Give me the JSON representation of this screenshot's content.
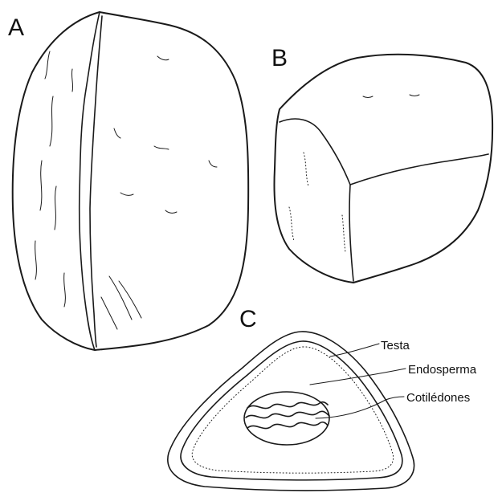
{
  "panels": {
    "a": {
      "letter": "A"
    },
    "b": {
      "letter": "B"
    },
    "c": {
      "letter": "C"
    }
  },
  "labels": {
    "testa": "Testa",
    "endosperma": "Endosperma",
    "cotiledones": "Cotilédones"
  },
  "colors": {
    "ink": "#1a1a1a",
    "background": "#ffffff"
  }
}
